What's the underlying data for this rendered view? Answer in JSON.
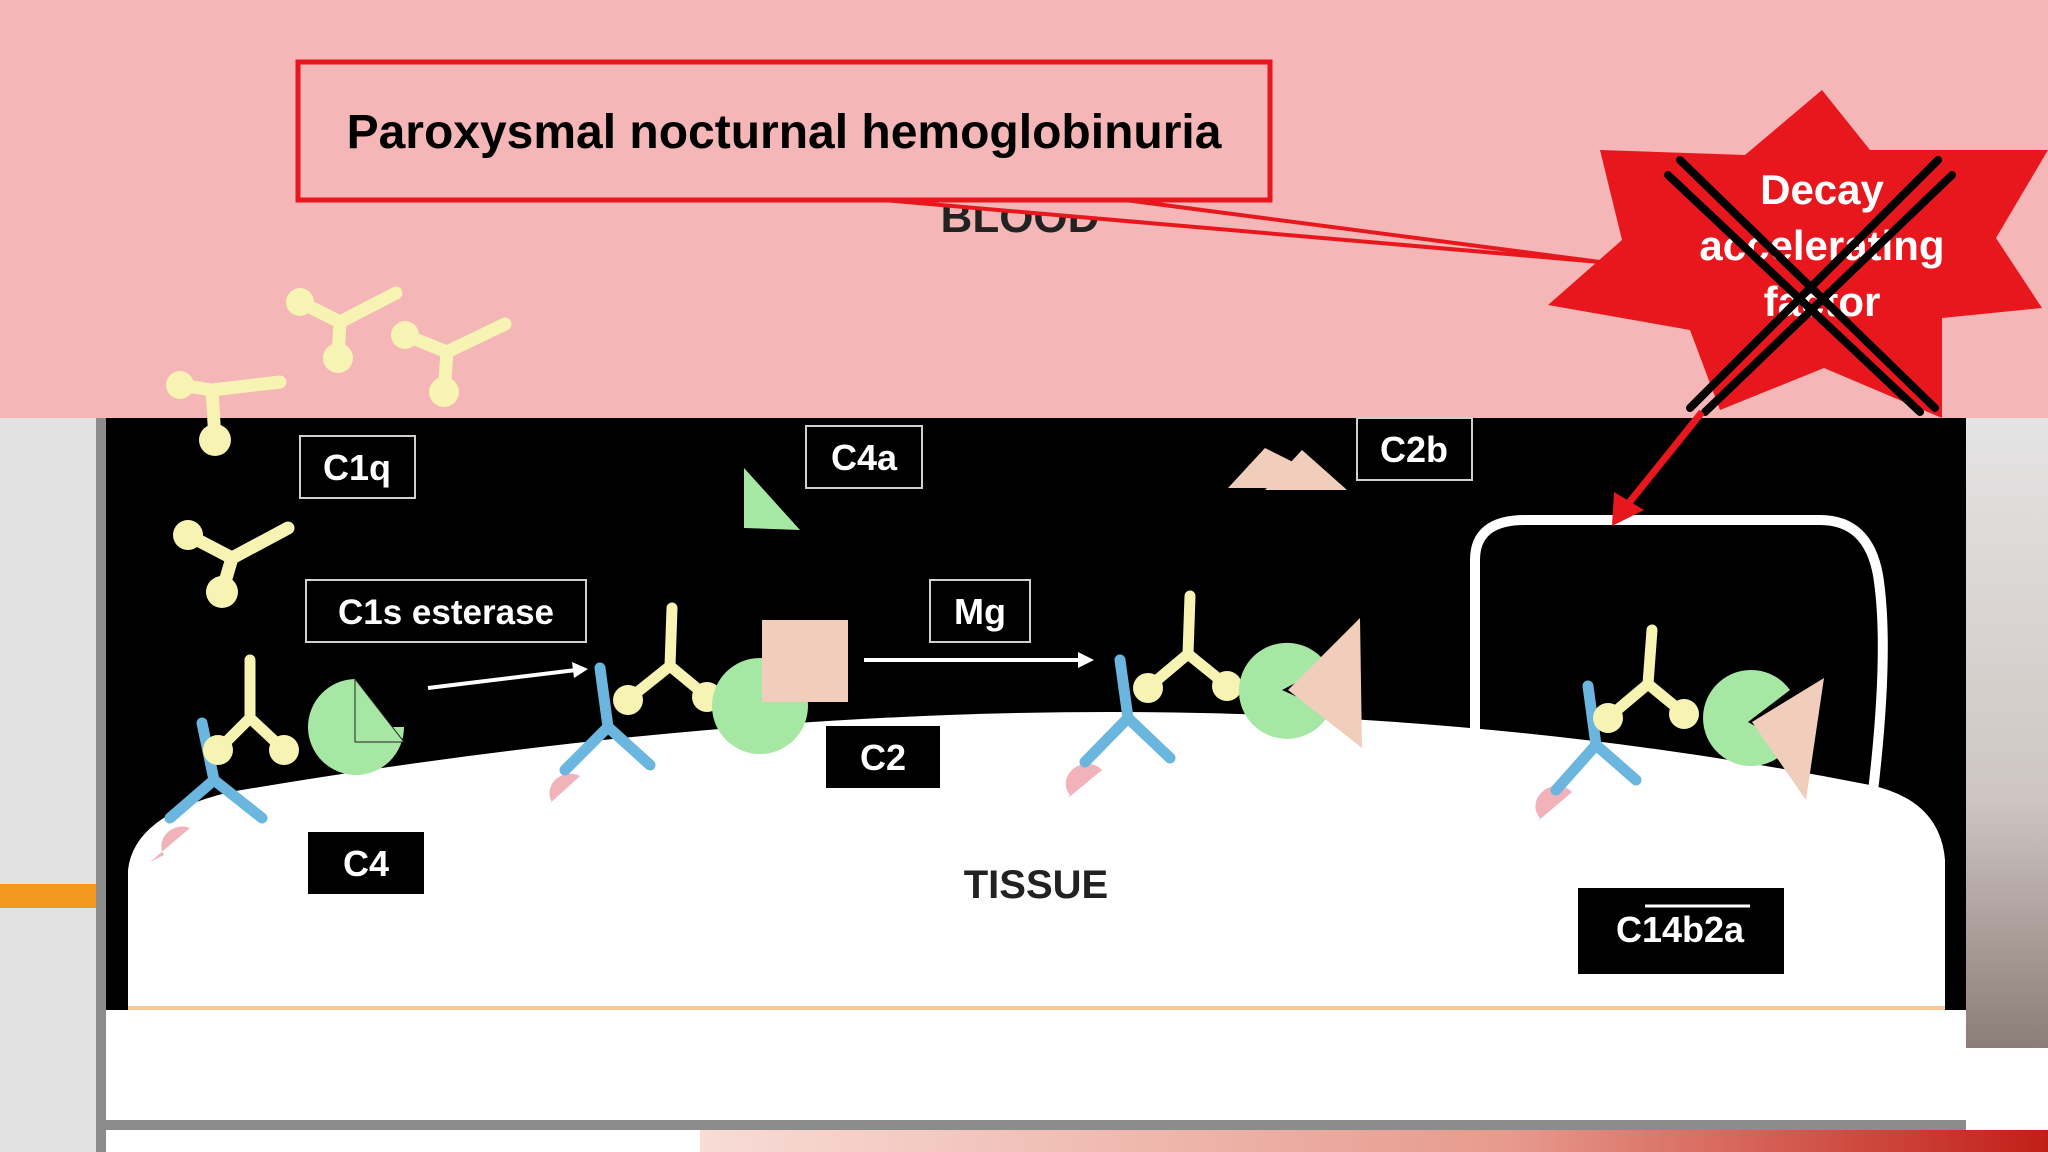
{
  "title_box": {
    "text": "Paroxysmal nocturnal hemoglobinuria"
  },
  "regions": {
    "blood": "BLOOD",
    "tissue": "TISSUE"
  },
  "labels": {
    "c1q": "C1q",
    "c4a": "C4a",
    "c2b": "C2b",
    "c1s": "C1s esterase",
    "mg": "Mg",
    "c4": "C4",
    "c2": "C2",
    "complex": "C14b2a"
  },
  "starburst": {
    "lines": [
      "Decay",
      "accelerating",
      "factor"
    ],
    "crossed_out": true
  },
  "colors": {
    "blood": "#f4b6b6",
    "background": "#000000",
    "tissue": "#ffffff",
    "callout_red": "#e8171d",
    "antibody_yellow": "#f7f3b3",
    "antibody_blue": "#6ab6de",
    "green_shape": "#a6e7a3",
    "peach_shape": "#f1cdbb",
    "pink_shape": "#f1b2ba"
  }
}
